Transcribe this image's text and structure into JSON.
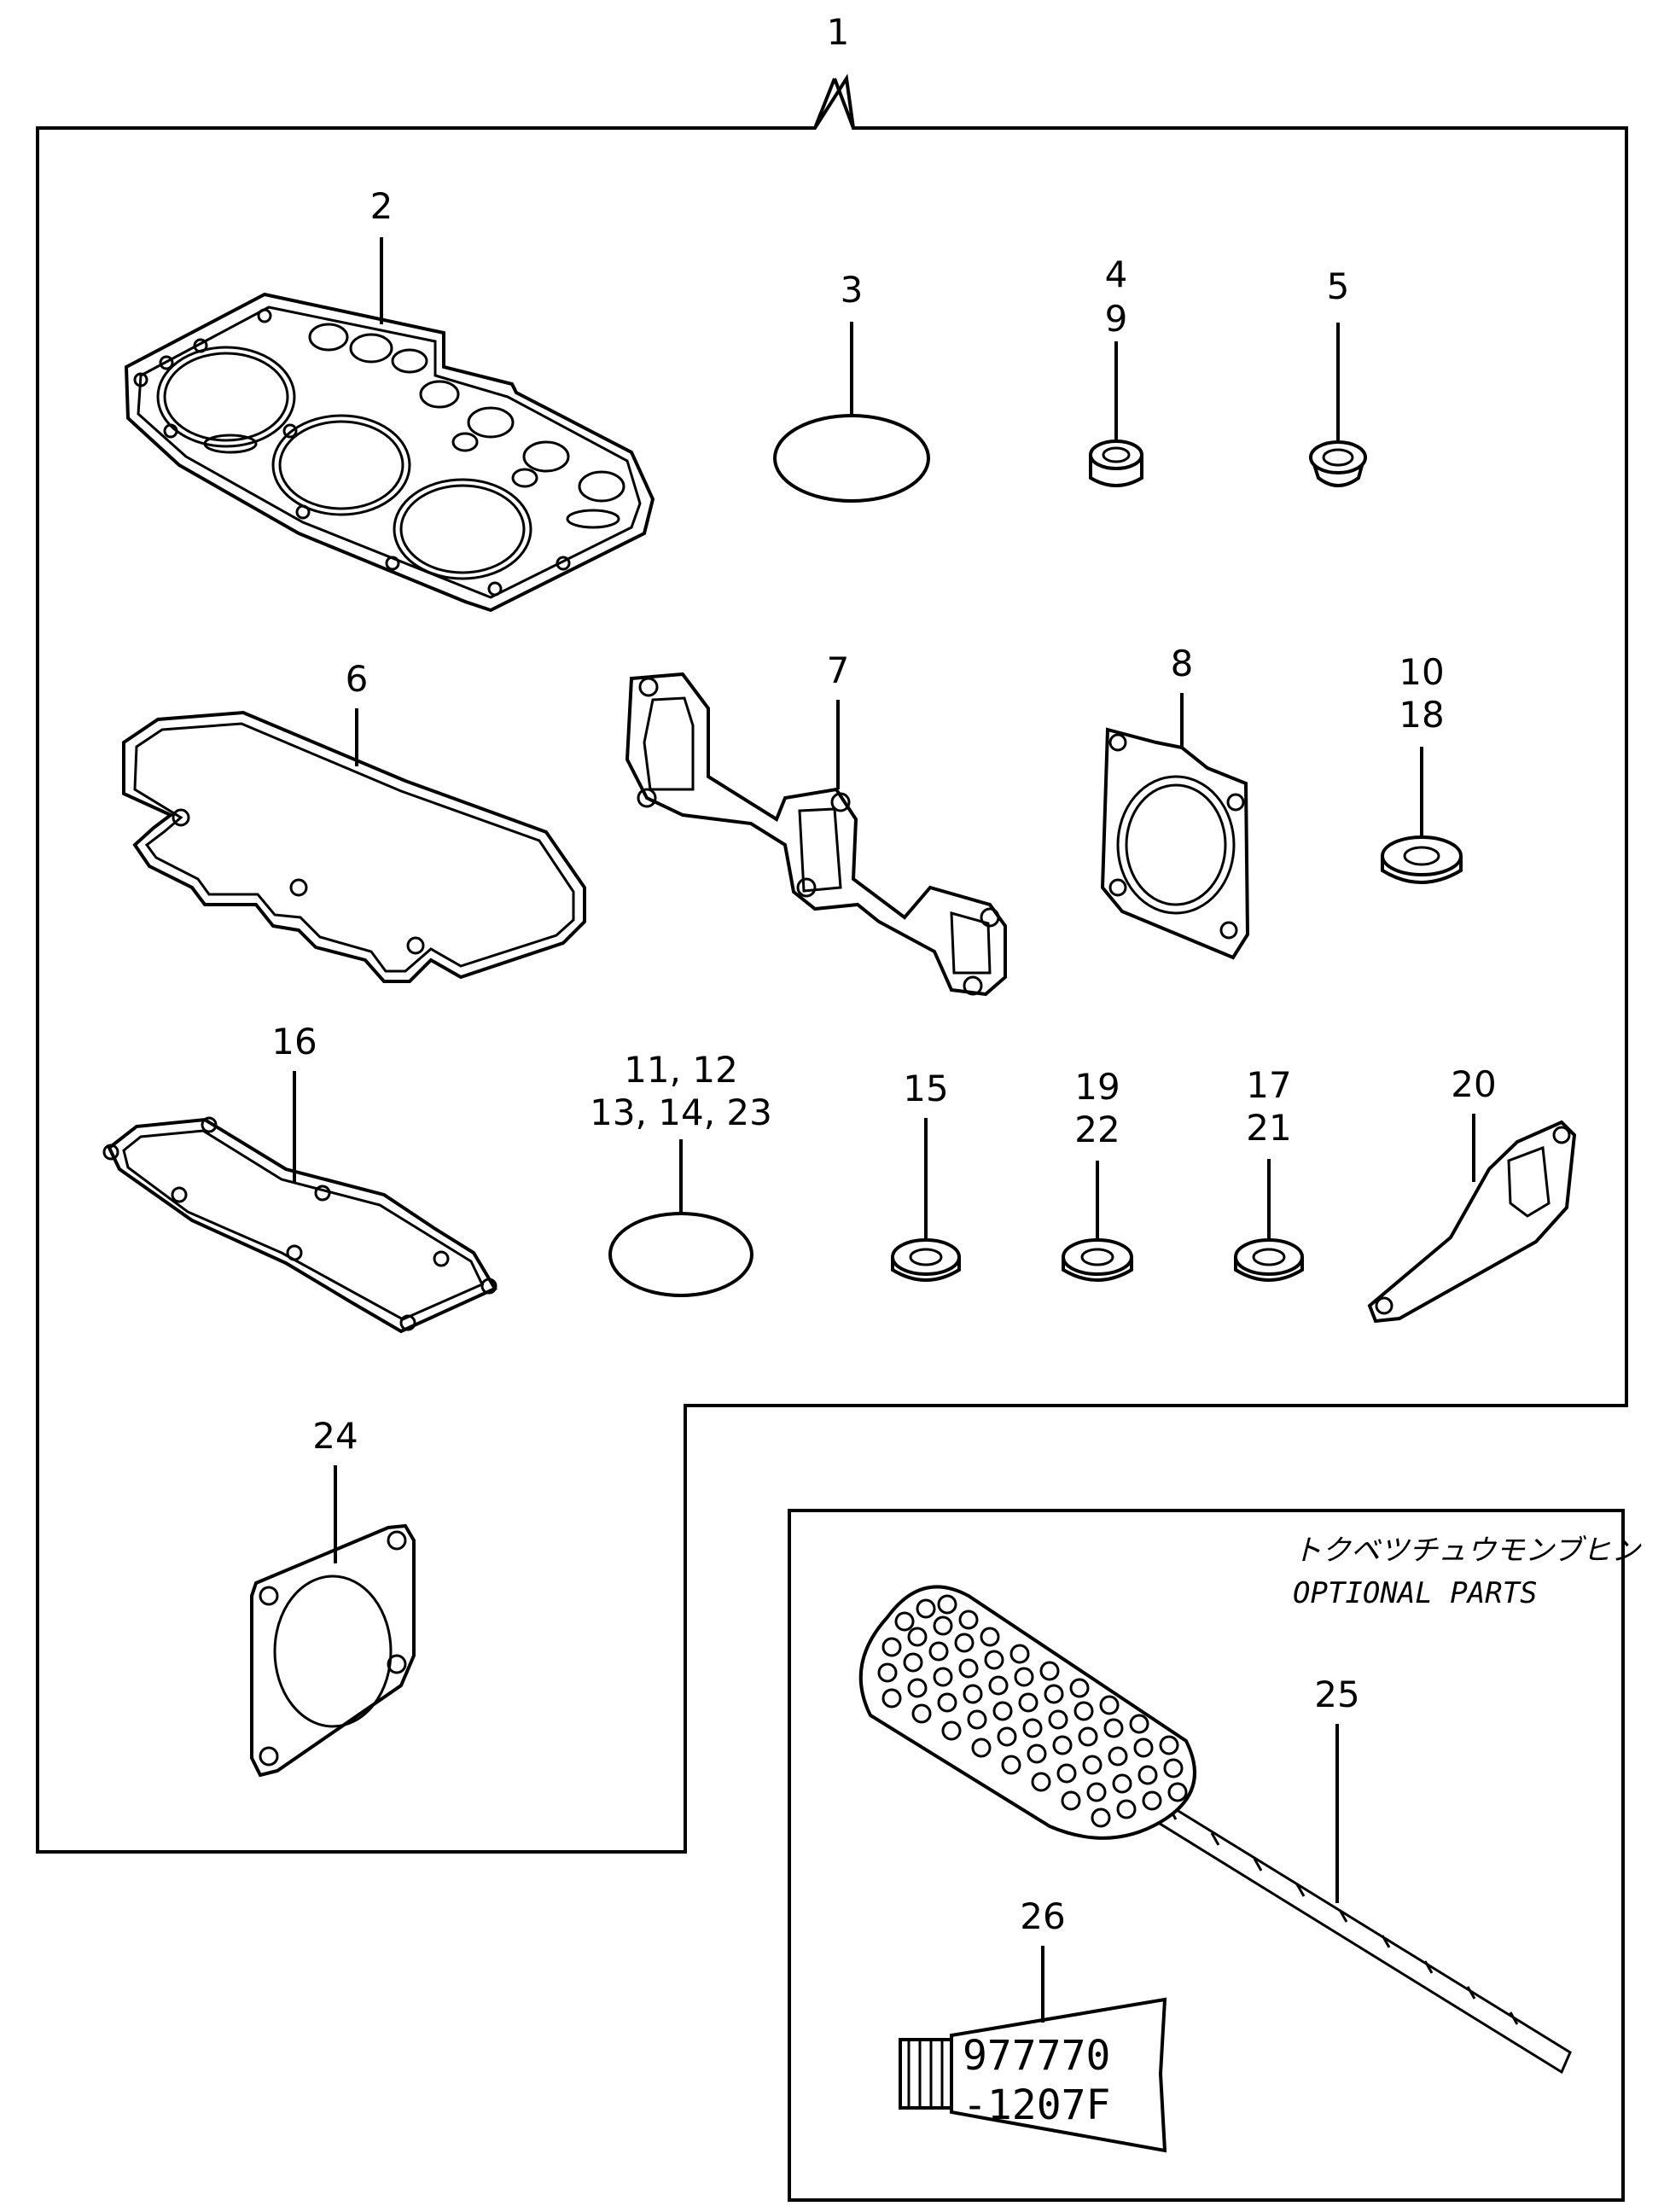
{
  "callouts": {
    "c1": "1",
    "c2": "2",
    "c3": "3",
    "c4a": "4",
    "c4b": "9",
    "c5": "5",
    "c6": "6",
    "c7": "7",
    "c8": "8",
    "c10a": "10",
    "c10b": "18",
    "c16": "16",
    "c11a": "11, 12",
    "c11b": "13, 14, 23",
    "c15": "15",
    "c19a": "19",
    "c19b": "22",
    "c17a": "17",
    "c17b": "21",
    "c20": "20",
    "c24": "24",
    "c25": "25",
    "c26": "26"
  },
  "optional_box": {
    "title_jp": "トクベツチュウモンブヒン",
    "title_en": "OPTIONAL PARTS"
  },
  "tube_label": {
    "line1": "977770",
    "line2": "-1207F"
  }
}
